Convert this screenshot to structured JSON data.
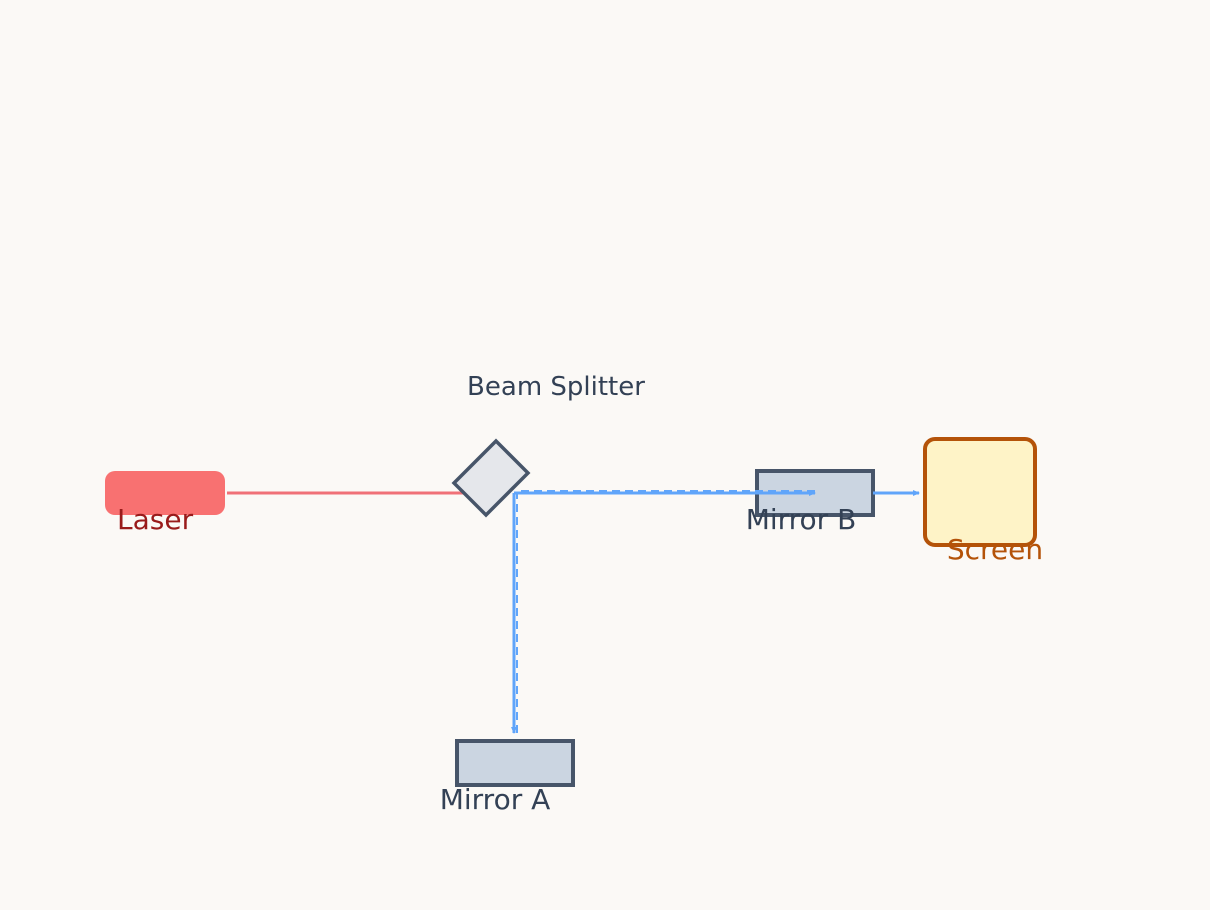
{
  "diagram": {
    "labels": {
      "laser": "Laser",
      "beam_splitter": "Beam Splitter",
      "mirror_a": "Mirror A",
      "mirror_b": "Mirror B",
      "screen": "Screen"
    },
    "colors": {
      "background": "#fbf9f6",
      "laser_fill": "#f87171",
      "laser_beam": "#f07178",
      "laser_label": "#991b1b",
      "split_beam": "#60a5fa",
      "component_stroke": "#475569",
      "mirror_fill": "#cbd5e1",
      "splitter_fill": "#e5e7eb",
      "screen_fill": "#fef3c7",
      "screen_stroke": "#b45309",
      "screen_label": "#b45309",
      "text": "#334155"
    }
  }
}
